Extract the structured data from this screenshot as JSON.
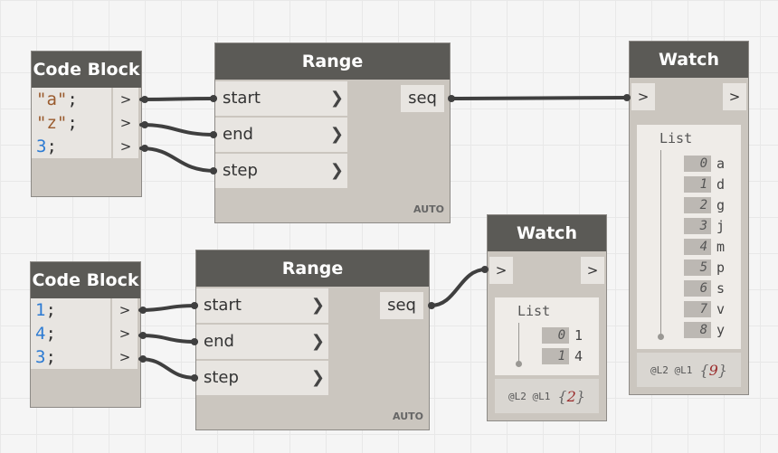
{
  "code_block_1": {
    "title": "Code Block",
    "lines": [
      {
        "value": "\"a\"",
        "kind": "str",
        "semi": ";"
      },
      {
        "value": "\"z\"",
        "kind": "str",
        "semi": ";"
      },
      {
        "value": "3",
        "kind": "num",
        "semi": ";"
      }
    ],
    "port_symbol": ">"
  },
  "range_1": {
    "title": "Range",
    "inputs": [
      "start",
      "end",
      "step"
    ],
    "output": "seq",
    "lacing": "AUTO",
    "chevron": "❯"
  },
  "watch_1": {
    "title": "Watch",
    "in_port": ">",
    "out_port": ">",
    "list_label": "List",
    "items": [
      {
        "index": "0",
        "value": "a"
      },
      {
        "index": "1",
        "value": "d"
      },
      {
        "index": "2",
        "value": "g"
      },
      {
        "index": "3",
        "value": "j"
      },
      {
        "index": "4",
        "value": "m"
      },
      {
        "index": "5",
        "value": "p"
      },
      {
        "index": "6",
        "value": "s"
      },
      {
        "index": "7",
        "value": "v"
      },
      {
        "index": "8",
        "value": "y"
      }
    ],
    "levels": "@L2 @L1",
    "count": "9"
  },
  "code_block_2": {
    "title": "Code Block",
    "lines": [
      {
        "value": "1",
        "kind": "num",
        "semi": ";"
      },
      {
        "value": "4",
        "kind": "num",
        "semi": ";"
      },
      {
        "value": "3",
        "kind": "num",
        "semi": ";"
      }
    ],
    "port_symbol": ">"
  },
  "range_2": {
    "title": "Range",
    "inputs": [
      "start",
      "end",
      "step"
    ],
    "output": "seq",
    "lacing": "AUTO",
    "chevron": "❯"
  },
  "watch_2": {
    "title": "Watch",
    "in_port": ">",
    "out_port": ">",
    "list_label": "List",
    "items": [
      {
        "index": "0",
        "value": "1"
      },
      {
        "index": "1",
        "value": "4"
      }
    ],
    "levels": "@L2 @L1",
    "count": "2"
  },
  "colors": {
    "header": "#5b5a56",
    "node_body": "#cbc6bf",
    "wire": "#3f3f3f",
    "string_literal": "#9a5b2e",
    "number_literal": "#2d7bd3",
    "count": "#9a2a2a"
  }
}
